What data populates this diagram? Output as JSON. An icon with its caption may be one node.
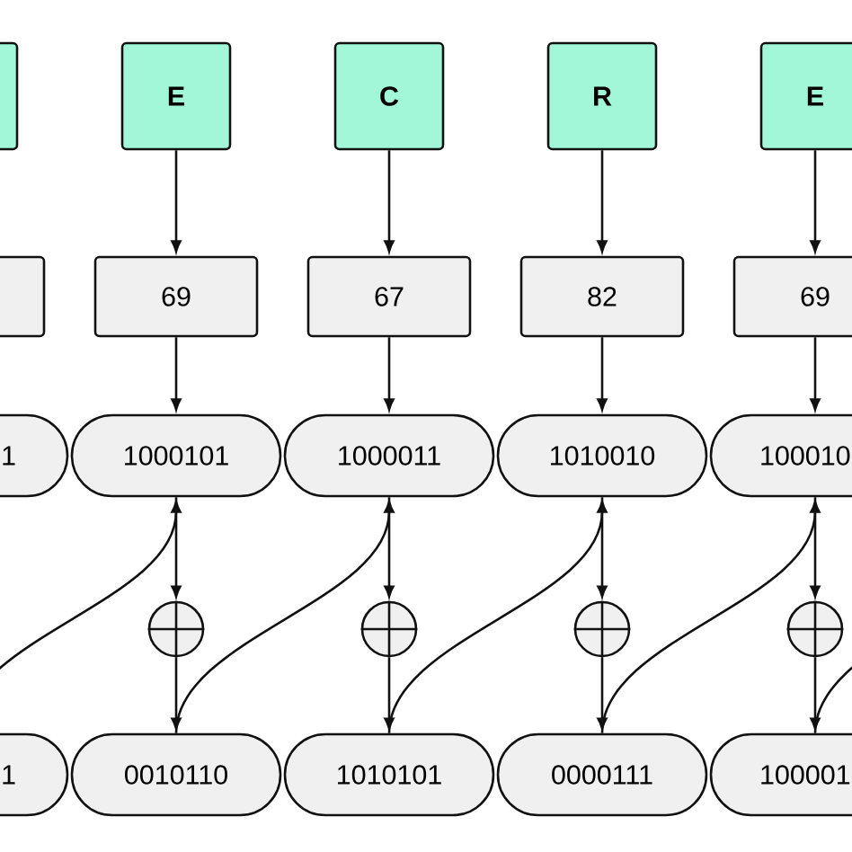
{
  "diagram": {
    "nodes": [
      {
        "text": [],
        "shape": "box"
      },
      {
        "text": [
          "E"
        ]
      },
      {
        "text": [
          "C"
        ]
      },
      {
        "text": [
          "R"
        ]
      },
      {
        "text": [
          "E"
        ]
      },
      {
        "text": [],
        "shape": "box"
      },
      {
        "text": [
          "69"
        ]
      },
      {
        "text": [
          "67"
        ]
      },
      {
        "text": [
          "82"
        ]
      },
      {
        "text": [
          "69"
        ]
      },
      {
        "text": [
          "1"
        ]
      },
      {
        "text": [
          "1000101"
        ]
      },
      {
        "text": [
          "1000011"
        ]
      },
      {
        "text": [
          "1010010"
        ]
      },
      {
        "text": [
          "100010"
        ]
      },
      {
        "text": [],
        "shape": "circle"
      },
      {
        "text": [],
        "shape": "circle"
      },
      {
        "text": [],
        "shape": "circle"
      },
      {
        "text": [],
        "shape": "circle"
      },
      {
        "text": [
          "1"
        ]
      },
      {
        "text": [
          "0010110"
        ]
      },
      {
        "text": [
          "1010101"
        ]
      },
      {
        "text": [
          "0000111"
        ]
      },
      {
        "text": [
          "100001"
        ]
      }
    ],
    "edges": [
      {
        "from": 1,
        "to": 6,
        "arrow": "to"
      },
      {
        "from": 2,
        "to": 7,
        "arrow": "to"
      },
      {
        "from": 3,
        "to": 8,
        "arrow": "to"
      },
      {
        "from": 4,
        "to": 9,
        "arrow": "to"
      },
      {
        "from": 6,
        "to": 11,
        "arrow": "to"
      },
      {
        "from": 7,
        "to": 12,
        "arrow": "to"
      },
      {
        "from": 8,
        "to": 13,
        "arrow": "to"
      },
      {
        "from": 9,
        "to": 14,
        "arrow": "to"
      },
      {
        "from": 11,
        "to": 15,
        "arrow": "to"
      },
      {
        "from": 12,
        "to": 16,
        "arrow": "to"
      },
      {
        "from": 13,
        "to": 17,
        "arrow": "to"
      },
      {
        "from": 14,
        "to": 18,
        "arrow": "to"
      },
      {
        "from": 15,
        "to": 20,
        "arrow": "to"
      },
      {
        "from": 16,
        "to": 21,
        "arrow": "to"
      },
      {
        "from": 17,
        "to": 22,
        "arrow": "to"
      },
      {
        "from": 18,
        "to": 23,
        "arrow": "to"
      },
      {
        "from": 19,
        "to": 11,
        "arrow": "to"
      },
      {
        "from": 20,
        "to": 12,
        "arrow": "to"
      },
      {
        "from": 21,
        "to": 13,
        "arrow": "to"
      },
      {
        "from": 22,
        "to": 14,
        "arrow": "to"
      },
      {
        "from": 23,
        "to": null,
        "arrow": "none"
      }
    ]
  }
}
